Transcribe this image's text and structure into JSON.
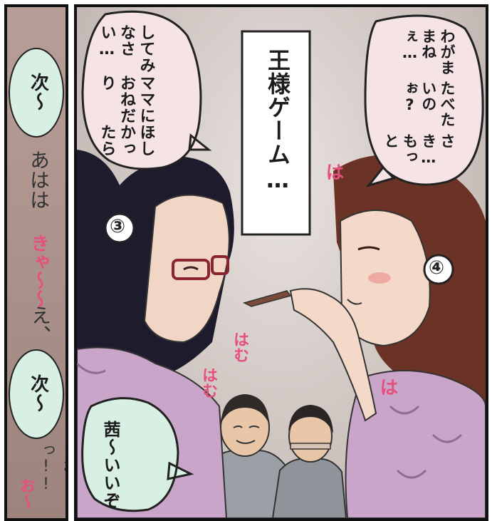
{
  "left_panel": {
    "bubble_top": "次〜",
    "sfx_1": "あはは",
    "sfx_2": "きゃ〜〜",
    "sfx_3": "え、",
    "bubble_bottom": "次〜",
    "sfx_4": "うおっ!!",
    "sfx_5": "お〜"
  },
  "main_panel": {
    "caption": "王様ゲーム…",
    "left_bubble": [
      "ほしかったら",
      "ママにおねだり",
      "してみなさい…"
    ],
    "right_bubble": [
      "さき…もっと",
      "たべたいのぉ?",
      "わがままねぇ…"
    ],
    "bottom_bubble": [
      "いいぞ",
      "茜〜"
    ],
    "number_left": "③",
    "number_right": "④",
    "sfx_ha_top": "は",
    "sfx_ha_bottom": "は",
    "sfx_hamu_1": "はむ",
    "sfx_hamu_2": "はむ"
  },
  "colors": {
    "border": "#111111",
    "bubble_pink": "#f5e3e6",
    "bubble_mint": "#d8efe4",
    "sfx_pink": "#e5507e",
    "kimono": "#c9a6c9"
  }
}
